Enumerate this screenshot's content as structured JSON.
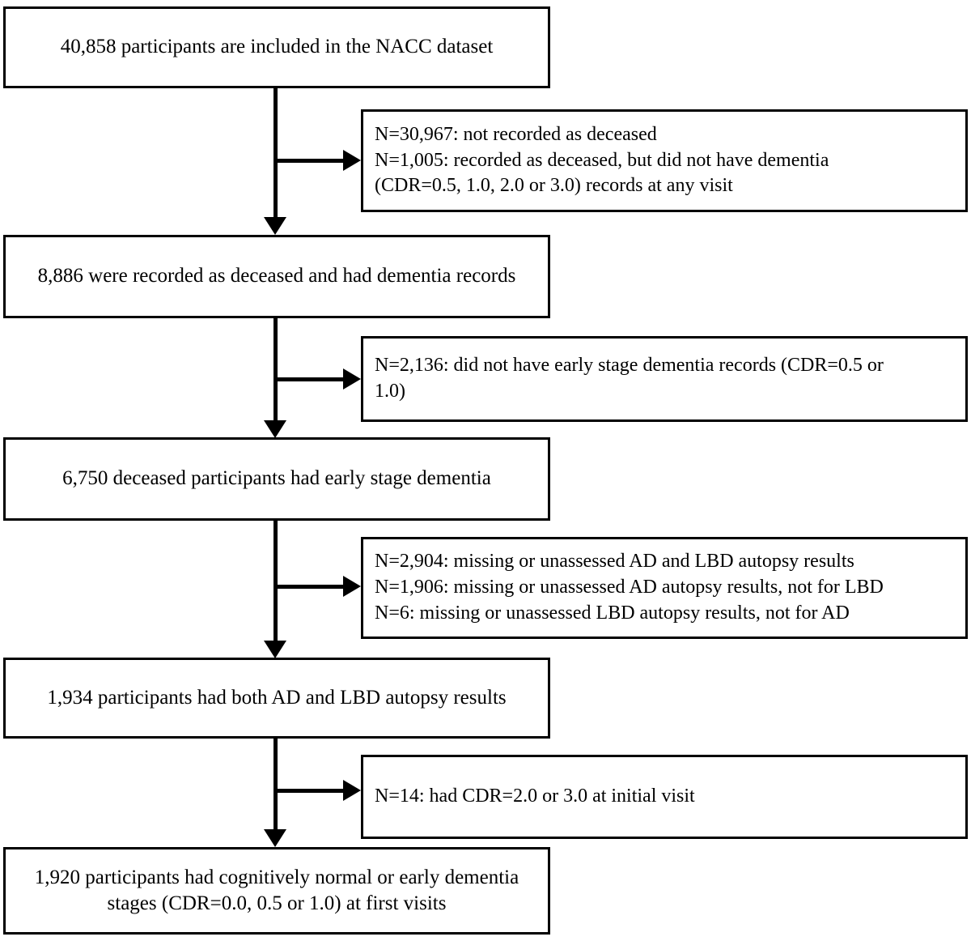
{
  "figure": {
    "type": "flowchart",
    "orientation": "top-to-bottom",
    "title": "NACC participant selection flowchart"
  },
  "chart_data": {
    "type": "table",
    "title": "NACC participant selection flowchart",
    "stages": [
      {
        "label": "40,858 participants are included in the NACC dataset",
        "n": 40858
      },
      {
        "label": "8,886 were recorded as deceased and had dementia records",
        "n": 8886
      },
      {
        "label": "6,750 deceased participants had early stage dementia",
        "n": 6750
      },
      {
        "label": "1,934 participants had both AD and LBD autopsy results",
        "n": 1934
      },
      {
        "label": "1,920 participants had cognitively normal or early dementia stages (CDR=0.0, 0.5 or 1.0) at first visits",
        "n": 1920
      }
    ],
    "exclusions": [
      {
        "n": 30967,
        "reason": "not recorded as deceased"
      },
      {
        "n": 1005,
        "reason": "recorded as deceased, but did not have dementia (CDR=0.5, 1.0, 2.0 or 3.0) records at any visit"
      },
      {
        "n": 2136,
        "reason": "did not have early stage dementia records (CDR=0.5 or 1.0)"
      },
      {
        "n": 2904,
        "reason": "missing or unassessed AD and LBD autopsy results"
      },
      {
        "n": 1906,
        "reason": "missing or unassessed AD autopsy results, not for LBD"
      },
      {
        "n": 6,
        "reason": "missing or unassessed LBD autopsy results, not for AD"
      },
      {
        "n": 14,
        "reason": "had CDR=2.0 or 3.0 at initial visit"
      }
    ]
  },
  "nodes": {
    "main": [
      {
        "id": "stage-1",
        "text": "40,858 participants are included in the NACC dataset"
      },
      {
        "id": "stage-2",
        "text": "8,886 were recorded as deceased and had dementia records"
      },
      {
        "id": "stage-3",
        "text": "6,750 deceased participants had early stage dementia"
      },
      {
        "id": "stage-4",
        "text": "1,934 participants had both AD and LBD autopsy results"
      },
      {
        "id": "stage-5",
        "text": "1,920 participants had cognitively normal or early dementia\nstages (CDR=0.0, 0.5 or 1.0) at first visits"
      }
    ],
    "side": [
      {
        "id": "exclusion-1",
        "text": "N=30,967: not recorded as deceased\nN=1,005: recorded as deceased, but did not have dementia\n(CDR=0.5, 1.0, 2.0 or 3.0) records at any visit"
      },
      {
        "id": "exclusion-2",
        "text": "N=2,136: did not have early stage dementia records (CDR=0.5 or\n1.0)"
      },
      {
        "id": "exclusion-3",
        "text": "N=2,904: missing or unassessed AD and LBD autopsy results\nN=1,906: missing or unassessed AD autopsy results, not for LBD\nN=6: missing or unassessed LBD autopsy results, not for AD"
      },
      {
        "id": "exclusion-4",
        "text": "N=14: had CDR=2.0 or 3.0 at initial visit"
      }
    ]
  },
  "style": {
    "box_border_color": "#000000",
    "box_fill_color": "#ffffff",
    "connector_color": "#000000",
    "background_color": "#ffffff"
  }
}
